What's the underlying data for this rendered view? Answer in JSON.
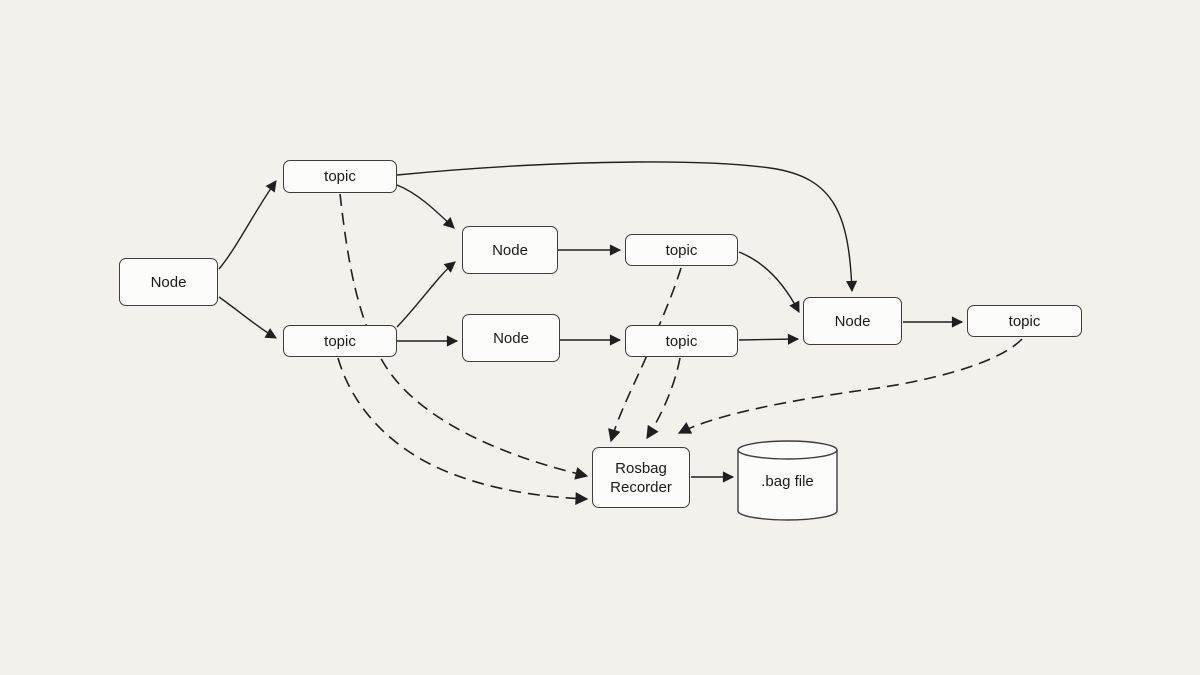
{
  "diagram": {
    "boxes": {
      "node_left": {
        "label": "Node",
        "shape": "rounded-rect"
      },
      "topic_top": {
        "label": "topic",
        "shape": "rounded-rect"
      },
      "topic_mid_left": {
        "label": "topic",
        "shape": "rounded-rect"
      },
      "node_mid_top": {
        "label": "Node",
        "shape": "rounded-rect"
      },
      "node_mid_bottom": {
        "label": "Node",
        "shape": "rounded-rect"
      },
      "topic_mid_top": {
        "label": "topic",
        "shape": "rounded-rect"
      },
      "topic_mid_bottom": {
        "label": "topic",
        "shape": "rounded-rect"
      },
      "node_right": {
        "label": "Node",
        "shape": "rounded-rect"
      },
      "topic_right": {
        "label": "topic",
        "shape": "rounded-rect"
      },
      "rosbag_recorder": {
        "label": "Rosbag Recorder",
        "shape": "rounded-rect"
      },
      "bag_file": {
        "label": ".bag file",
        "shape": "cylinder"
      }
    },
    "edges": [
      {
        "from": "node_left",
        "to": "topic_top",
        "style": "solid"
      },
      {
        "from": "node_left",
        "to": "topic_mid_left",
        "style": "solid"
      },
      {
        "from": "topic_top",
        "to": "node_mid_top",
        "style": "solid"
      },
      {
        "from": "topic_top",
        "to": "node_right",
        "style": "solid"
      },
      {
        "from": "topic_mid_left",
        "to": "node_mid_top",
        "style": "solid"
      },
      {
        "from": "topic_mid_left",
        "to": "node_mid_bottom",
        "style": "solid"
      },
      {
        "from": "node_mid_top",
        "to": "topic_mid_top",
        "style": "solid"
      },
      {
        "from": "node_mid_bottom",
        "to": "topic_mid_bottom",
        "style": "solid"
      },
      {
        "from": "topic_mid_top",
        "to": "node_right",
        "style": "solid"
      },
      {
        "from": "topic_mid_bottom",
        "to": "node_right",
        "style": "solid"
      },
      {
        "from": "node_right",
        "to": "topic_right",
        "style": "solid"
      },
      {
        "from": "rosbag_recorder",
        "to": "bag_file",
        "style": "solid"
      },
      {
        "from": "topic_top",
        "to": "rosbag_recorder",
        "style": "dashed"
      },
      {
        "from": "topic_mid_left",
        "to": "rosbag_recorder",
        "style": "dashed"
      },
      {
        "from": "topic_mid_top",
        "to": "rosbag_recorder",
        "style": "dashed"
      },
      {
        "from": "topic_mid_bottom",
        "to": "rosbag_recorder",
        "style": "dashed"
      },
      {
        "from": "topic_right",
        "to": "rosbag_recorder",
        "style": "dashed"
      }
    ],
    "colors": {
      "background": "#f2f1ec",
      "box_fill": "#fcfcfa",
      "border": "#3d3d3d",
      "stroke": "#1f1f1f",
      "text": "#1a1a1a"
    }
  }
}
